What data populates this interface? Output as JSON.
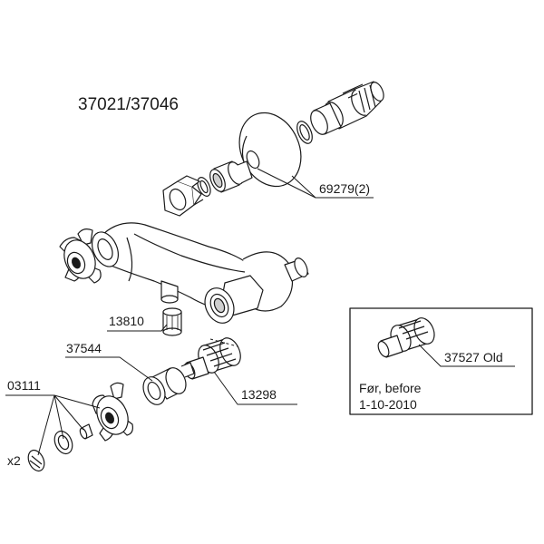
{
  "diagram": {
    "title": "37021/37046",
    "callouts": {
      "p13810": "13810",
      "p37544": "37544",
      "p03111": "03111",
      "qty_x2": "x2",
      "p69279": "69279(2)",
      "p13298": "13298"
    },
    "inset": {
      "part_label": "37527 Old",
      "note_line1": "Før, before",
      "note_line2": "1-10-2010"
    }
  },
  "colors": {
    "line": "#1a1a1a",
    "fill": "#ffffff",
    "shade": "#cfcfcf"
  }
}
